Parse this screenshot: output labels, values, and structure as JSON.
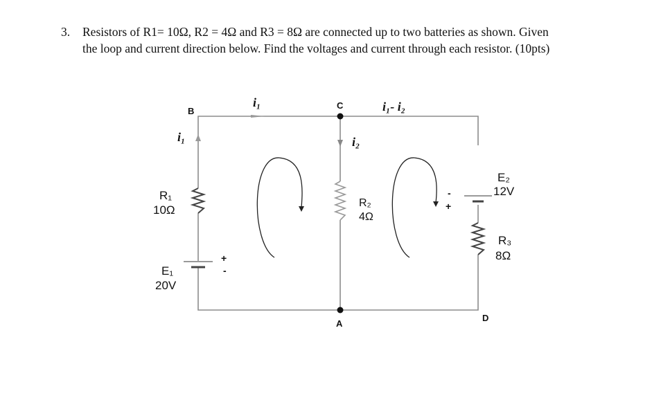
{
  "problem": {
    "number": "3.",
    "line1": "Resistors of R1= 10Ω, R2 = 4Ω and R3 = 8Ω are connected up to two batteries as shown. Given",
    "line2": "the loop and current direction below. Find the voltages and current through each resistor.  (10pts)"
  },
  "circuit": {
    "nodes": {
      "b": "B",
      "c": "C",
      "a": "A",
      "d": "D"
    },
    "currents": {
      "top_left": "i₁",
      "left_branch": "i₁",
      "middle": "i₂",
      "top_right": "i₁- i₂"
    },
    "r1": {
      "name": "R₁",
      "value": "10Ω"
    },
    "r2": {
      "name": "R₂",
      "value": "4Ω"
    },
    "r3": {
      "name": "R₃",
      "value": "8Ω"
    },
    "e1": {
      "name": "E₁",
      "value": "20V",
      "plus": "+",
      "minus": "-"
    },
    "e2": {
      "name": "E₂",
      "value": "12V",
      "plus": "+",
      "minus": "-"
    }
  }
}
